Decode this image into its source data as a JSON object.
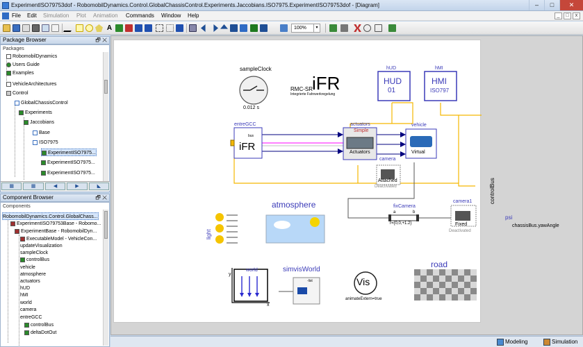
{
  "window": {
    "title": "ExperimentISO79753dof - RobomobilDynamics.Control.GlobalChassisControl.Experiments.Jaccobians.ISO7975.ExperimentISO79753dof - [Diagram]",
    "min": "–",
    "max": "□",
    "close": "✕"
  },
  "menu": {
    "items": [
      "File",
      "Edit",
      "Simulation",
      "Plot",
      "Animation",
      "Commands",
      "Window",
      "Help"
    ],
    "mdi": [
      "_",
      "□",
      "x"
    ]
  },
  "toolbar": {
    "zoom": "100%"
  },
  "package_browser": {
    "title": "Package Browser",
    "head_btns": "🗗 ✕",
    "sub": "Packages",
    "rows": [
      "RobomobilDynamics",
      "Users Guide",
      "Examples",
      "VehicleArchitectures",
      "Control",
      "GlobalChassisControl",
      "Experiments",
      "Jaccobians",
      "Base",
      "ISO7975",
      "ExperimentISO7975...",
      "ExperimentISO7975...",
      "ExperimentISO7975..."
    ],
    "nav": [
      "▦",
      "▦",
      "◀",
      "▶",
      "◣"
    ]
  },
  "component_browser": {
    "title": "Component Browser",
    "head_btns": "🗗 ✕",
    "sub": "Components",
    "rows": [
      "RobomobilDynamics.Control.GlobalChass...",
      "ExperimentISO79753Base - Robomo...",
      "ExperimentBase - RobomobilDyn...",
      "ExecutableModel - VehicleCon...",
      "updateVisualization",
      "sampleClock",
      "controlBus",
      "vehicle",
      "atmosphere",
      "actuators",
      "hUD",
      "hMI",
      "world",
      "camera",
      "entreGCC",
      "controlBus",
      "deltaDotOut"
    ]
  },
  "diagram": {
    "sampleClock": {
      "name": "sampleClock",
      "period": "0.012 s"
    },
    "ifr_logo": {
      "prefix": "RMC-SR",
      "big": "iFR",
      "sub": "Integrierte Fahrwerkregelung"
    },
    "hud": {
      "name": "hUD",
      "line1": "HUD",
      "line2": "01"
    },
    "hmi": {
      "name": "hMI",
      "line1": "HMI",
      "line2": "ISO797"
    },
    "entreGCC": {
      "name": "entreGCC",
      "big": "iFR",
      "bus": "bus"
    },
    "actuators": {
      "name": "actuators",
      "tag": "Simple",
      "label": "Actuators"
    },
    "vehicle": {
      "name": "vehicle",
      "label": "Virtual"
    },
    "camera": {
      "name": "camera",
      "label": "Attached",
      "state": "Deactivated"
    },
    "controlBus": {
      "name": "controlBus"
    },
    "atmosphere": {
      "name": "atmosphere"
    },
    "light": {
      "name": "light"
    },
    "fixCamera": {
      "name": "fixCamera",
      "a": "a",
      "b": "b",
      "r": "r={0,0,+1.2}"
    },
    "camera1": {
      "name": "camera1",
      "label": "Fixed",
      "state": "Deactivated"
    },
    "psi": {
      "name": "psi",
      "signal": "chassisBus.yawAngle"
    },
    "world": {
      "name": "world",
      "y": "y",
      "x": "x"
    },
    "simvisWorld": {
      "name": "simvisWorld",
      "tag": "-list"
    },
    "vis": {
      "big": "Vis",
      "param": "animateExtern=true"
    },
    "road": {
      "name": "road"
    }
  },
  "status": {
    "modeling": "Modeling",
    "simulation": "Simulation"
  },
  "colors": {
    "bus": "#f5b800",
    "signal": "#00007f",
    "pink": "#ff00ff",
    "accent": "#2f6bc4"
  }
}
